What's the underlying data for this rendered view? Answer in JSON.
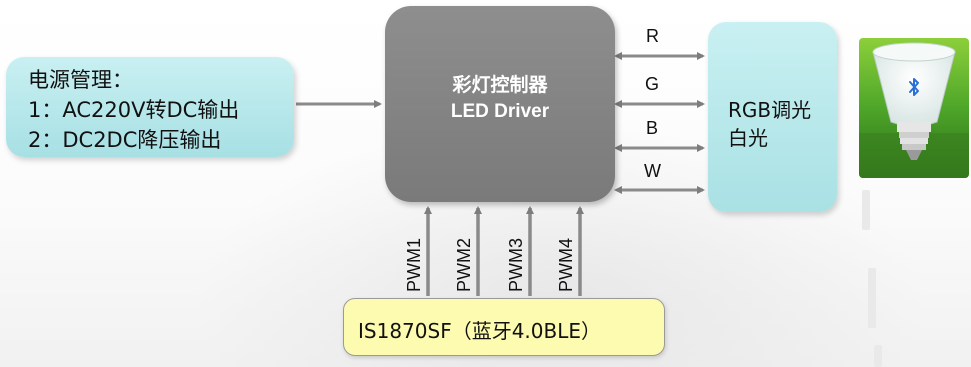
{
  "power_box": {
    "title": "电源管理：",
    "line1": "1：AC220V转DC输出",
    "line2": "2：DC2DC降压输出"
  },
  "controller_box": {
    "title_cn": "彩灯控制器",
    "title_en": "LED Driver"
  },
  "rgb_box": {
    "line1": "RGB调光",
    "line2": "白光"
  },
  "channels": [
    "R",
    "G",
    "B",
    "W"
  ],
  "pwm_inputs": [
    "PWM1",
    "PWM2",
    "PWM3",
    "PWM4"
  ],
  "ble_box": {
    "label": "IS1870SF（蓝牙4.0BLE）"
  },
  "bulb_image": {
    "icon": "bluetooth-icon"
  },
  "colors": {
    "cyan_box": "#b4e6e9",
    "controller_gray": "#838383",
    "ble_yellow": "#fdfbb0",
    "arrow_gray": "#8a8a8a",
    "bluetooth_blue": "#2a6fd6"
  }
}
